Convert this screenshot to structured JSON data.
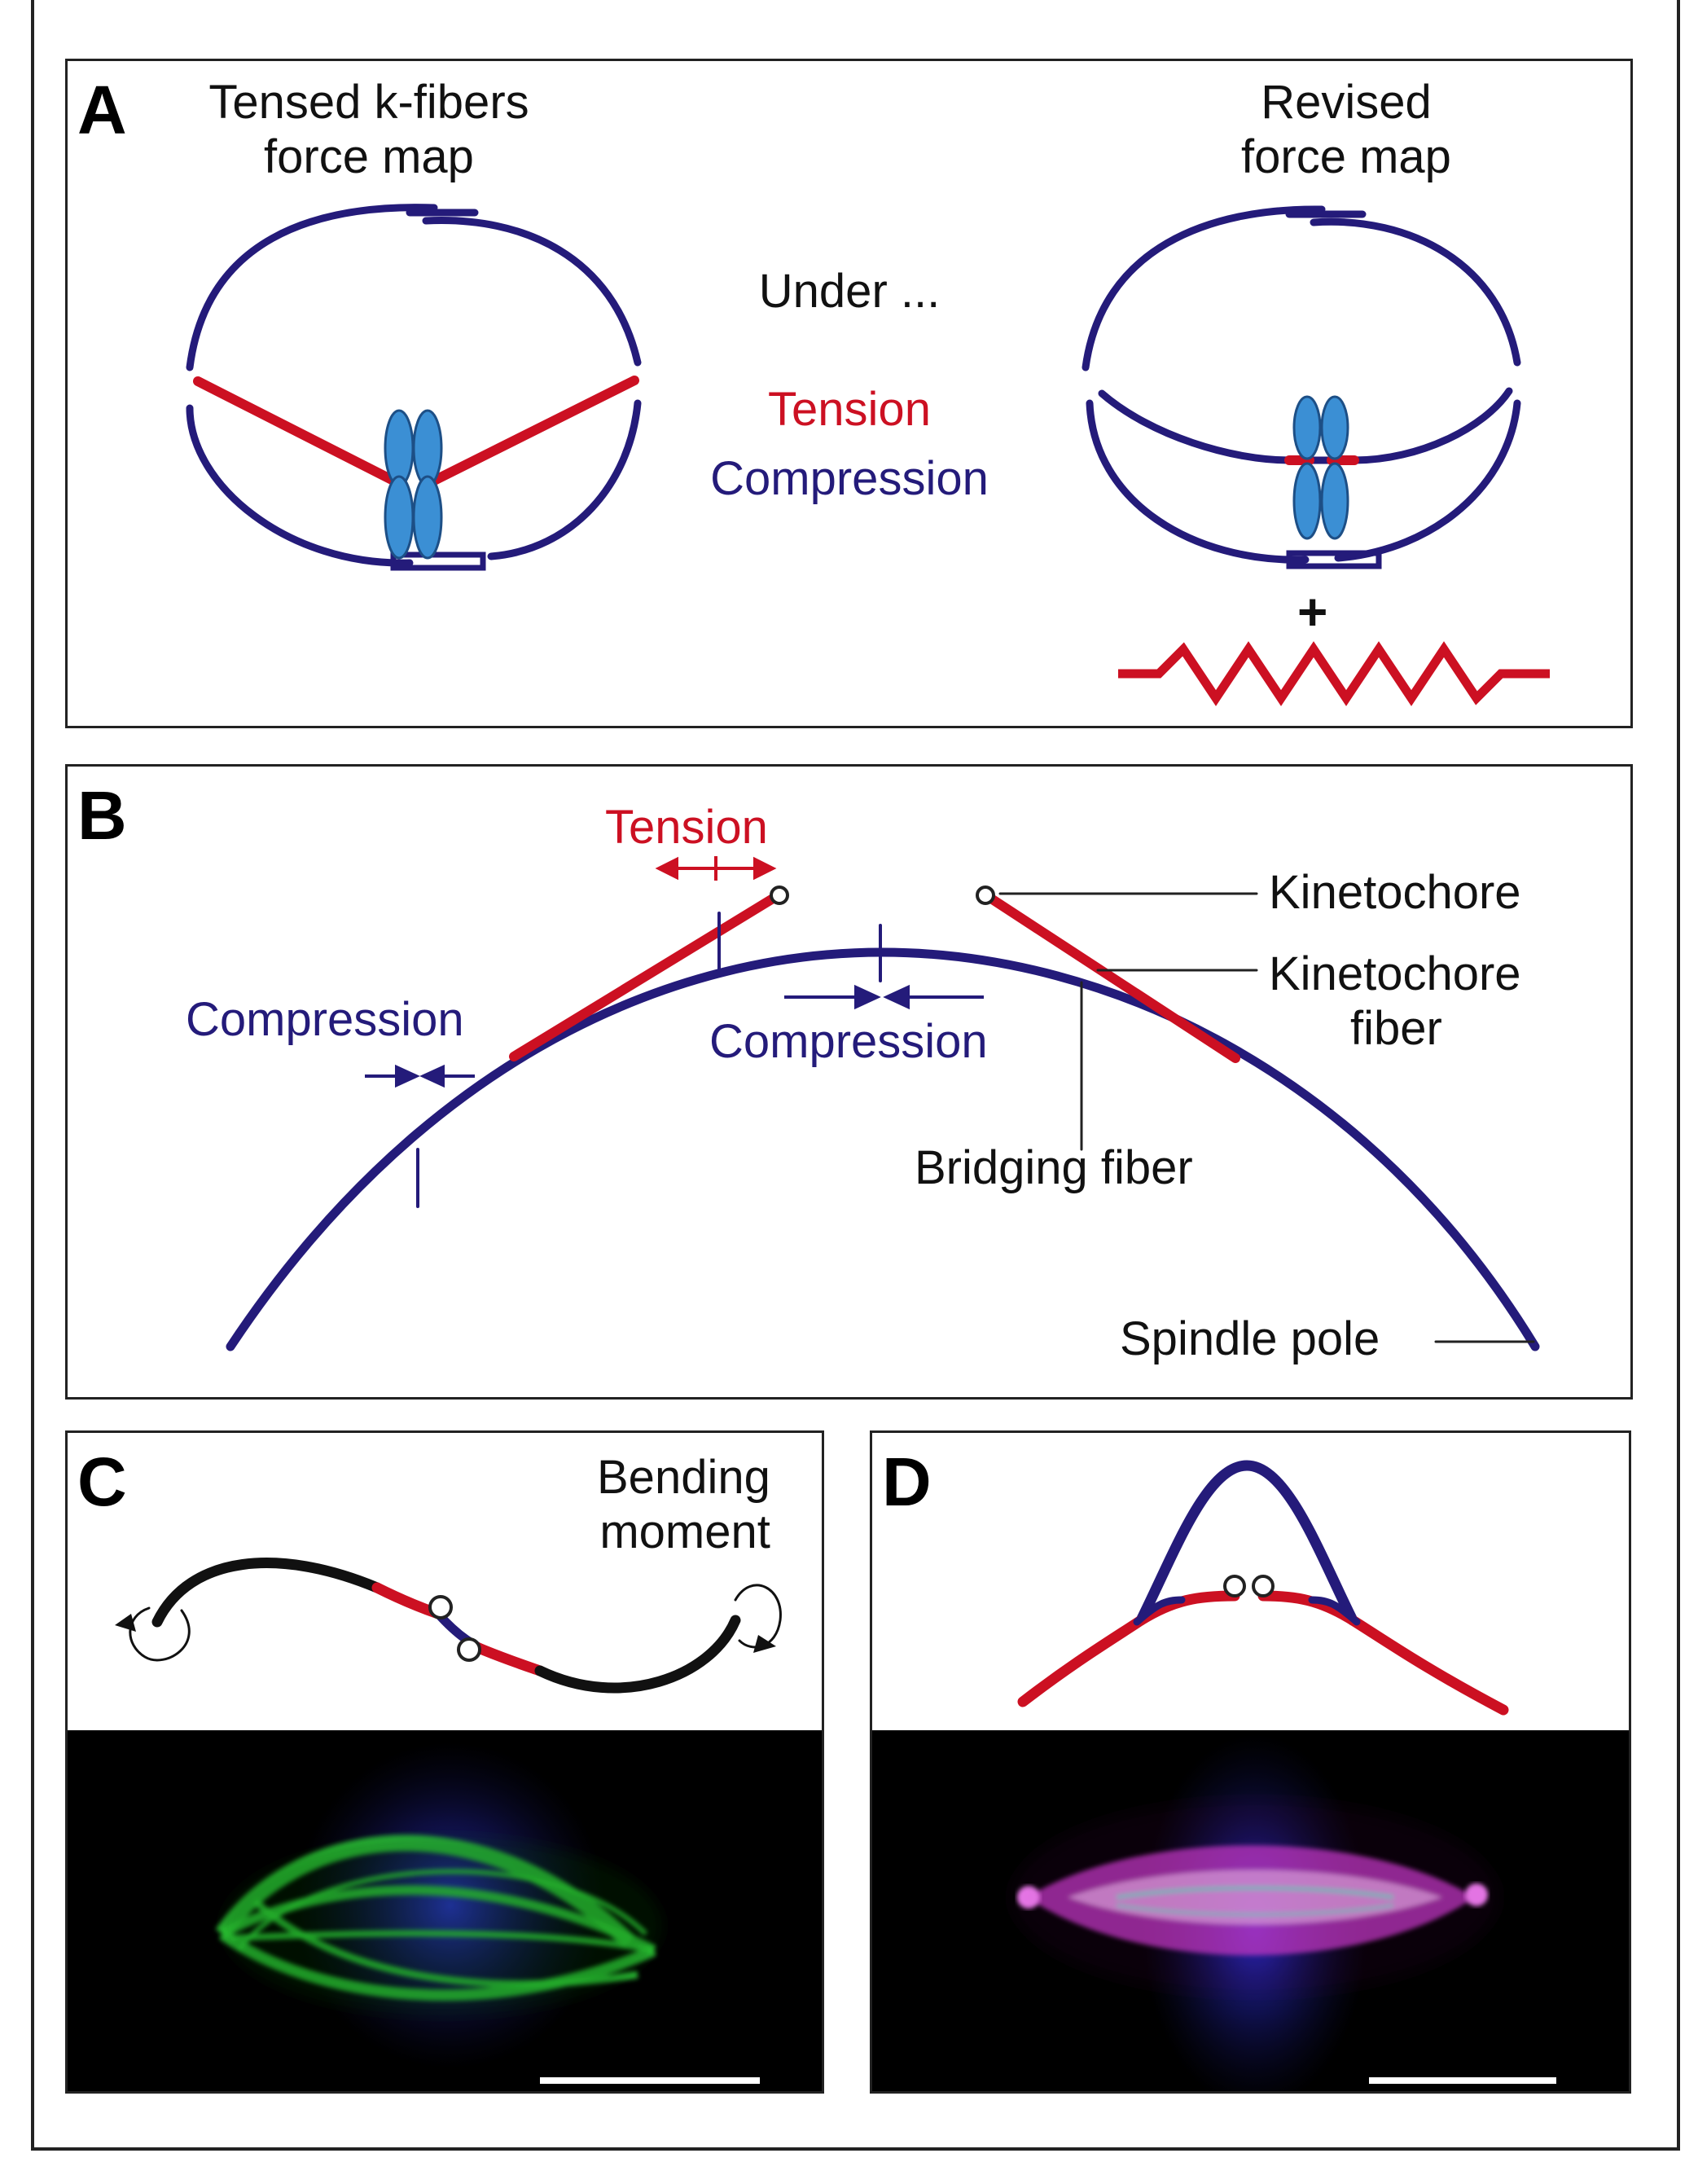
{
  "colors": {
    "tension": "#cc1022",
    "compression": "#241b7a",
    "chromosome": "#3b8fd4",
    "black_fiber": "#111111"
  },
  "panel_a": {
    "label": "A",
    "left_title_line1": "Tensed k-fibers",
    "left_title_line2": "force map",
    "right_title_line1": "Revised",
    "right_title_line2": "force map",
    "legend_under": "Under ...",
    "legend_tension": "Tension",
    "legend_compression": "Compression",
    "plus_sign": "+"
  },
  "panel_b": {
    "label": "B",
    "tension_label": "Tension",
    "compression_left": "Compression",
    "compression_right": "Compression",
    "kinetochore_label": "Kinetochore",
    "kf_line1": "Kinetochore",
    "kf_line2": "fiber",
    "bridging_label": "Bridging fiber",
    "pole_label": "Spindle pole"
  },
  "panel_c": {
    "label": "C",
    "bending_line1": "Bending",
    "bending_line2": "moment"
  },
  "panel_d": {
    "label": "D"
  }
}
